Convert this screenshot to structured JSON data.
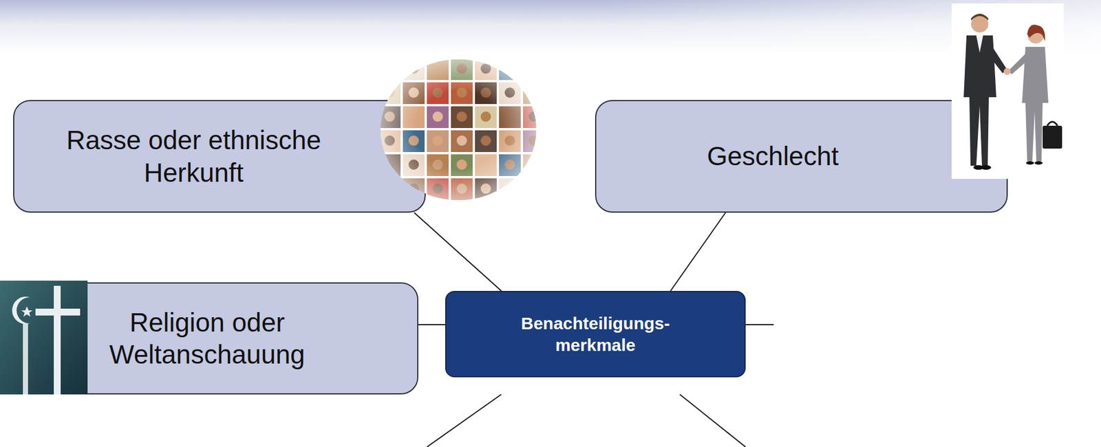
{
  "diagram": {
    "nodes": [
      {
        "text": [
          "Rasse oder ethnische Herkunft"
        ]
      },
      {
        "text": [
          "Geschlecht"
        ]
      },
      {
        "text": [
          "Religion oder Weltanschauung"
        ]
      },
      {
        "text": [
          "Benachteiligungs- merkmale"
        ]
      }
    ],
    "edges": [
      {
        "from": 3,
        "to": 0,
        "arrow": "none"
      },
      {
        "from": 3,
        "to": 1,
        "arrow": "none"
      },
      {
        "from": 3,
        "to": 2,
        "arrow": "none"
      }
    ]
  }
}
